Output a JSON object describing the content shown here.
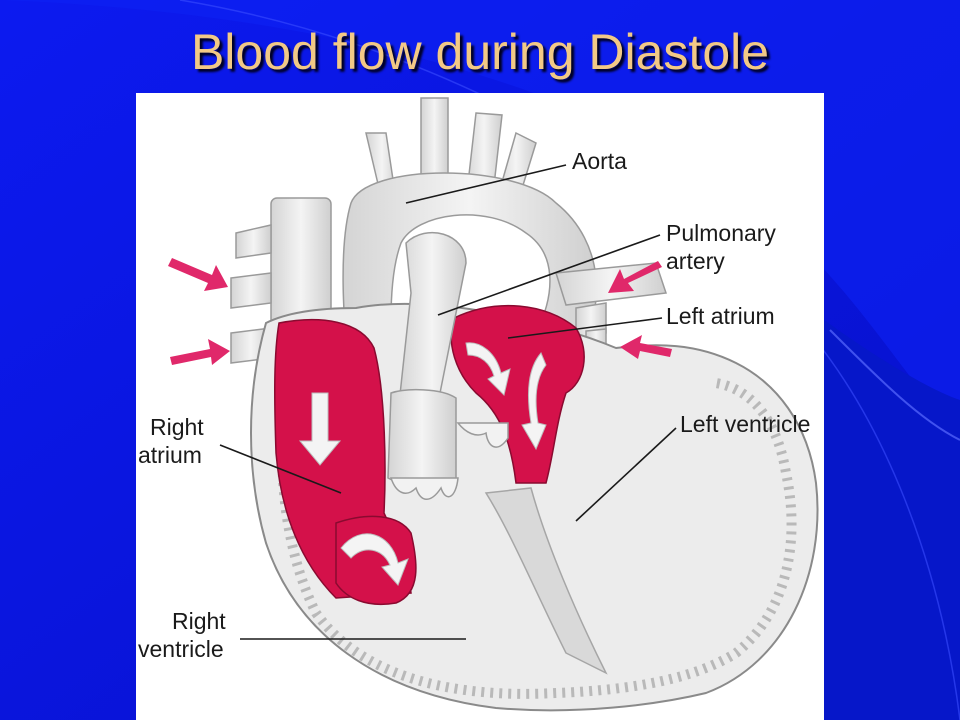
{
  "slide": {
    "title": "Blood flow during Diastole"
  },
  "diagram": {
    "labels": {
      "aorta": "Aorta",
      "pulmonary_artery_line1": "Pulmonary",
      "pulmonary_artery_line2": "artery",
      "left_atrium": "Left atrium",
      "left_ventricle": "Left ventricle",
      "right_atrium_line1": "Right",
      "right_atrium_line2": "atrium",
      "right_ventricle_line1": "Right",
      "right_ventricle_line2": "ventricle"
    },
    "colors": {
      "blood": "#d4114a",
      "flow_arrow": "#e0286a",
      "tissue": "#e4e4e4",
      "slide_background": "#0a14e8",
      "title_text": "#f2c986"
    }
  }
}
